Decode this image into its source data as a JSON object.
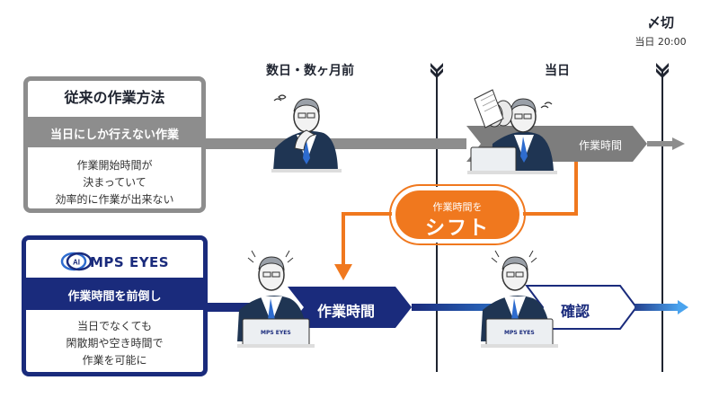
{
  "header": {
    "deadline": "〆切",
    "deadline_time": "当日 20:00",
    "days_before": "数日・数ヶ月前",
    "same_day": "当日"
  },
  "traditional": {
    "title": "従来の作業方法",
    "band": "当日にしか行えない作業",
    "description": "作業開始時間が\n決まっていて\n効率的に作業が出来ない",
    "work_time": "作業時間"
  },
  "shift": {
    "sub": "作業時間を",
    "main": "シフト"
  },
  "mps": {
    "logo": "MPS EYES",
    "logo_badge": "AI",
    "band": "作業時間を前倒し",
    "description": "当日でなくても\n閑散期や空き時間で\n作業を可能に",
    "work_time": "作業時間",
    "confirm": "確認",
    "screen_logo": "MPS EYES"
  },
  "colors": {
    "gray": "#8d8d8d",
    "navy": "#1a2b7c",
    "blue": "#1e5fae",
    "orange": "#f0781e",
    "white": "#ffffff"
  }
}
